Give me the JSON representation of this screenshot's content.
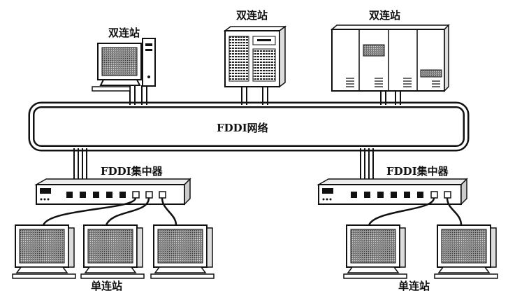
{
  "labels": {
    "dual_station_1": "双连站",
    "dual_station_2": "双连站",
    "dual_station_3": "双连站",
    "network": "FDDI网络",
    "concentrator_left": "FDDI集中器",
    "concentrator_right": "FDDI集中器",
    "single_station_left": "单连站",
    "single_station_right": "单连站"
  }
}
